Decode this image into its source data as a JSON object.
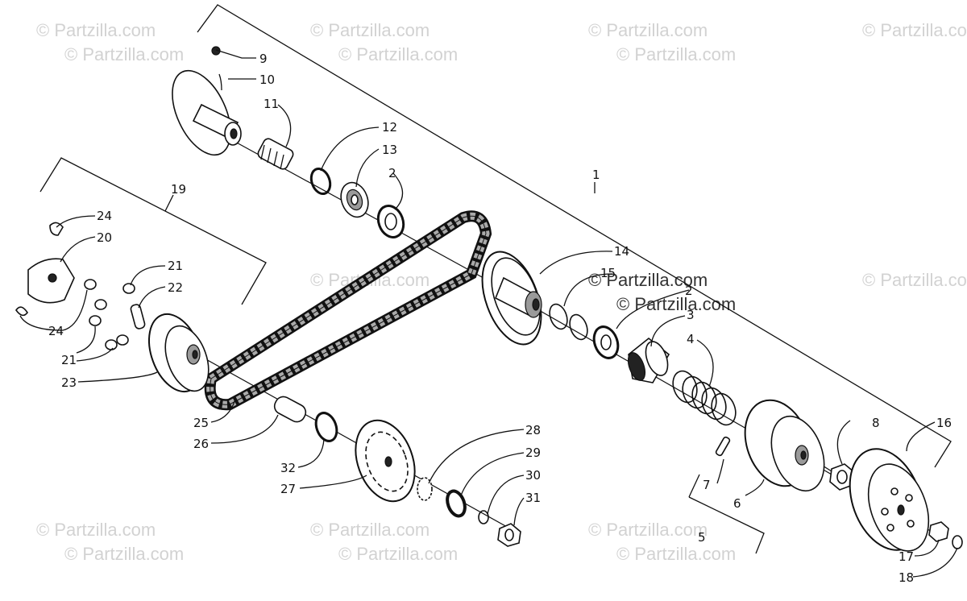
{
  "watermark": {
    "text": "© Partzilla.com",
    "positions_note": "repeated tiled watermark"
  },
  "labels": [
    {
      "id": "l1",
      "text": "1"
    },
    {
      "id": "l2a",
      "text": "2"
    },
    {
      "id": "l2b",
      "text": "2"
    },
    {
      "id": "l3",
      "text": "3"
    },
    {
      "id": "l4",
      "text": "4"
    },
    {
      "id": "l5",
      "text": "5"
    },
    {
      "id": "l6",
      "text": "6"
    },
    {
      "id": "l7",
      "text": "7"
    },
    {
      "id": "l8",
      "text": "8"
    },
    {
      "id": "l9",
      "text": "9"
    },
    {
      "id": "l10",
      "text": "10"
    },
    {
      "id": "l11",
      "text": "11"
    },
    {
      "id": "l12",
      "text": "12"
    },
    {
      "id": "l13",
      "text": "13"
    },
    {
      "id": "l14",
      "text": "14"
    },
    {
      "id": "l15",
      "text": "15"
    },
    {
      "id": "l16",
      "text": "16"
    },
    {
      "id": "l17",
      "text": "17"
    },
    {
      "id": "l18",
      "text": "18"
    },
    {
      "id": "l19",
      "text": "19"
    },
    {
      "id": "l20",
      "text": "20"
    },
    {
      "id": "l21a",
      "text": "21"
    },
    {
      "id": "l21b",
      "text": "21"
    },
    {
      "id": "l22",
      "text": "22"
    },
    {
      "id": "l23",
      "text": "23"
    },
    {
      "id": "l24a",
      "text": "24"
    },
    {
      "id": "l24b",
      "text": "24"
    },
    {
      "id": "l25",
      "text": "25"
    },
    {
      "id": "l26",
      "text": "26"
    },
    {
      "id": "l27",
      "text": "27"
    },
    {
      "id": "l28",
      "text": "28"
    },
    {
      "id": "l29",
      "text": "29"
    },
    {
      "id": "l30",
      "text": "30"
    },
    {
      "id": "l31",
      "text": "31"
    },
    {
      "id": "l32",
      "text": "32"
    }
  ]
}
